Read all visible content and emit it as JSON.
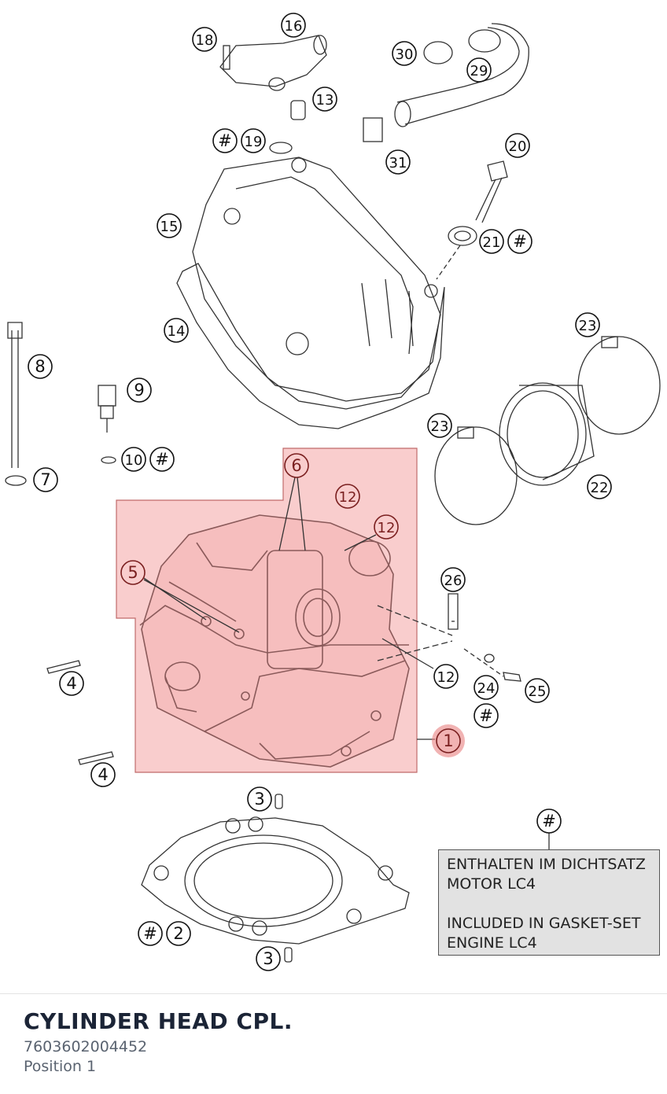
{
  "callouts": {
    "c1": "1",
    "c2": "2",
    "c3": "3",
    "c4": "4",
    "c5": "5",
    "c6": "6",
    "c7": "7",
    "c8": "8",
    "c9": "9",
    "c10": "10",
    "c12": "12",
    "c13": "13",
    "c14": "14",
    "c15": "15",
    "c16": "16",
    "c18": "18",
    "c19": "19",
    "c20": "20",
    "c21": "21",
    "c22": "22",
    "c23": "23",
    "c24": "24",
    "c25": "25",
    "c26": "26",
    "c29": "29",
    "c30": "30",
    "c31": "31",
    "hash": "#"
  },
  "note": {
    "de_line1": "ENTHALTEN IM DICHTSATZ",
    "de_line2": "MOTOR LC4",
    "en_line1": "INCLUDED IN GASKET-SET",
    "en_line2": "ENGINE LC4"
  },
  "footer": {
    "title": "CYLINDER HEAD CPL.",
    "part_number": "7603602004452",
    "position": "Position 1"
  },
  "colors": {
    "highlight_fill": "#f8c4c4",
    "highlight_stroke": "#c06a6a",
    "title_color": "#1b2436",
    "muted_text": "#5a6370",
    "note_bg": "#e2e2e2"
  }
}
